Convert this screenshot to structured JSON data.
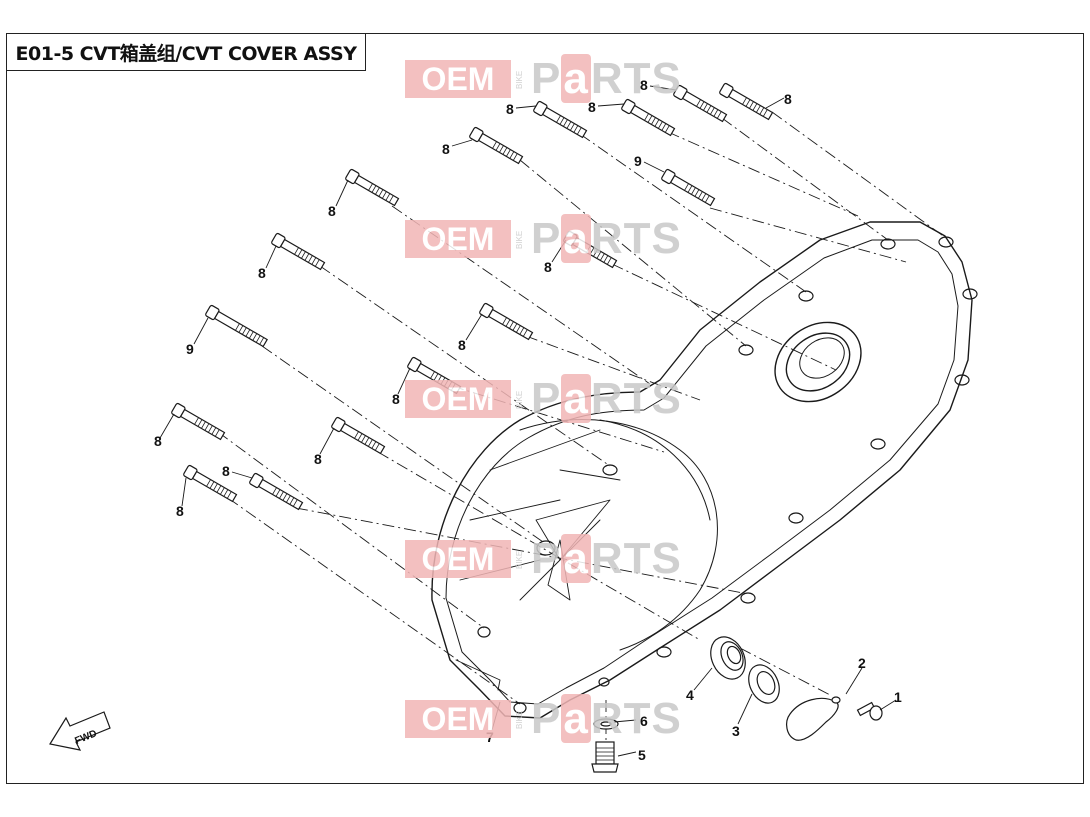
{
  "title": "E01-5 CVT箱盖组/CVT COVER ASSY",
  "watermark": {
    "oem": "OEM",
    "bike": "BIKE",
    "parts_p": "P",
    "parts_a": "a",
    "parts_rest": "RTS"
  },
  "fwd_label": "FWD",
  "callouts": {
    "c1": "1",
    "c2": "2",
    "c3": "3",
    "c4": "4",
    "c5": "5",
    "c6": "6",
    "c7": "7",
    "c8": "8",
    "c9": "9"
  },
  "colors": {
    "line": "#1a1a1a",
    "watermark_red": "#f2b6b6",
    "watermark_grey": "#c8c8c8"
  }
}
